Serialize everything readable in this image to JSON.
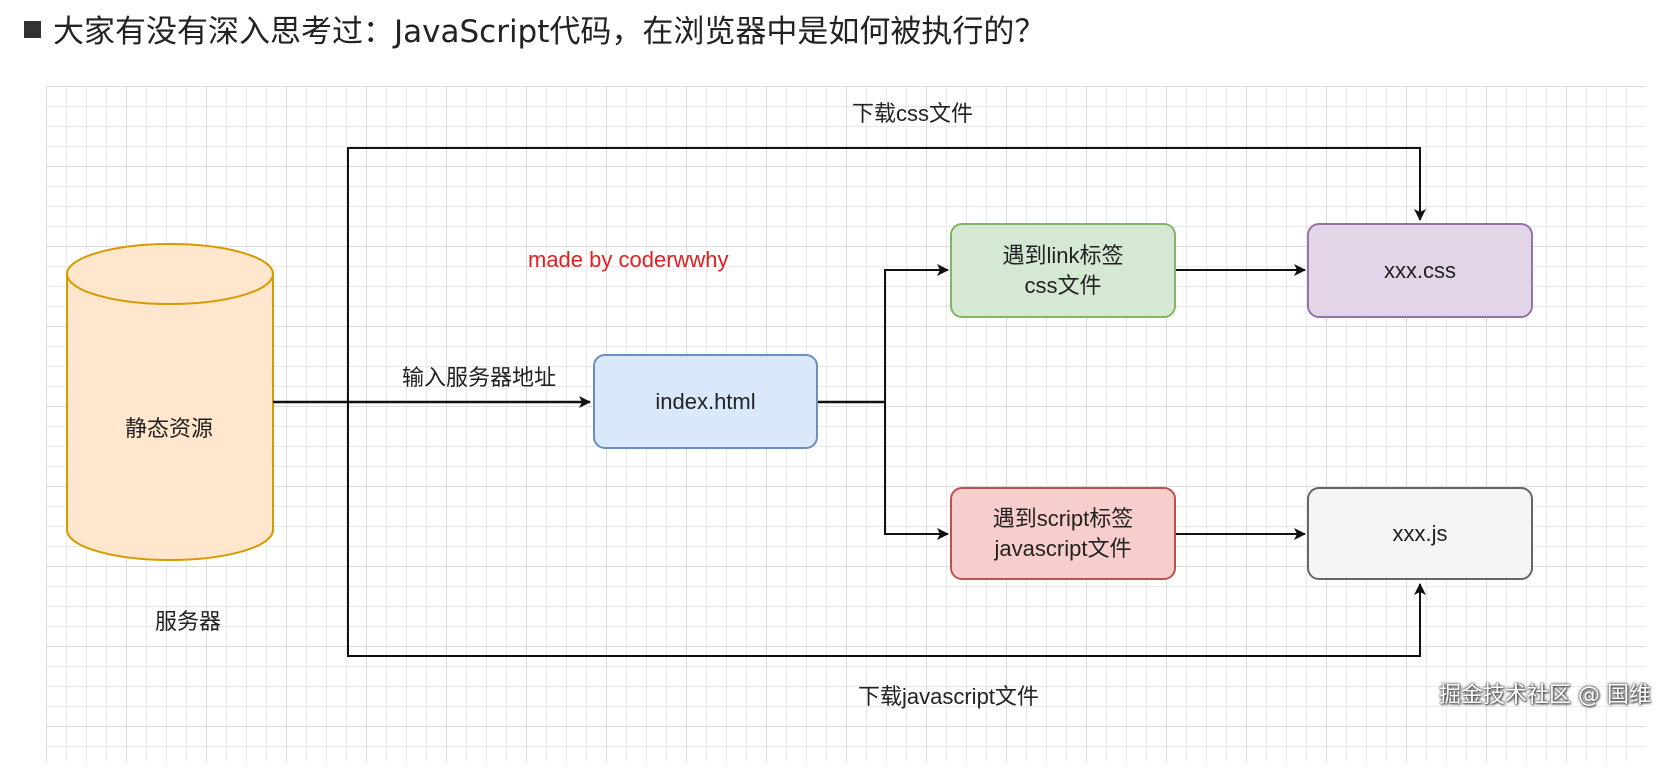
{
  "heading": {
    "text": "大家有没有深入思考过：JavaScript代码，在浏览器中是如何被执行的？"
  },
  "diagram": {
    "cylinder_label": "静态资源",
    "server_label": "服务器",
    "input_label": "输入服务器地址",
    "credit": "made by coderwwhy",
    "index_node": "index.html",
    "link_node": {
      "line1": "遇到link标签",
      "line2": "css文件"
    },
    "script_node": {
      "line1": "遇到script标签",
      "line2": "javascript文件"
    },
    "css_node": "xxx.css",
    "js_node": "xxx.js",
    "download_css": "下载css文件",
    "download_js": "下载javascript文件",
    "colors": {
      "cylinder_fill": "#ffe6cc",
      "cylinder_stroke": "#d79b00",
      "index_fill": "#dae8fc",
      "index_stroke": "#6c8ebf",
      "link_fill": "#d5e8d4",
      "link_stroke": "#82b366",
      "script_fill": "#f8cecc",
      "script_stroke": "#b85450",
      "css_fill": "#e1d5e7",
      "css_stroke": "#9673a6",
      "js_fill": "#f5f5f5",
      "js_stroke": "#666666",
      "credit": "#e02020"
    }
  },
  "watermark": "掘金技术社区 @ 国维"
}
